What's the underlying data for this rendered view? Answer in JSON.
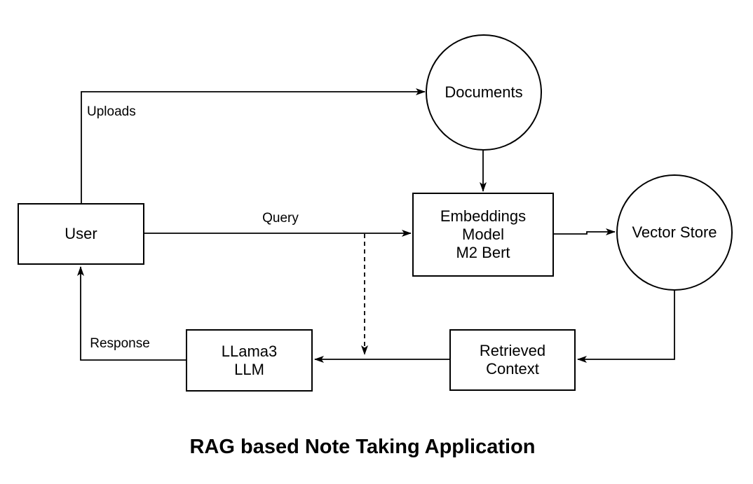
{
  "title": "RAG based Note Taking Application",
  "colors": {
    "background": "#ffffff",
    "stroke": "#000000",
    "text": "#000000"
  },
  "nodes": {
    "user": {
      "shape": "rectangle",
      "label": "User"
    },
    "documents": {
      "shape": "circle",
      "label": "Documents"
    },
    "embeddings_model": {
      "shape": "rectangle",
      "lines": [
        "Embeddings",
        "Model",
        "M2 Bert"
      ]
    },
    "vector_store": {
      "shape": "circle",
      "label": "Vector Store"
    },
    "retrieved_context": {
      "shape": "rectangle",
      "lines": [
        "Retrieved",
        "Context"
      ]
    },
    "llama3_llm": {
      "shape": "rectangle",
      "lines": [
        "LLama3",
        "LLM"
      ]
    }
  },
  "edge_labels": {
    "uploads": "Uploads",
    "query": "Query",
    "response": "Response"
  },
  "edges": [
    {
      "from": "user",
      "to": "documents",
      "label": "Uploads",
      "style": "solid"
    },
    {
      "from": "user",
      "to": "embeddings_model",
      "label": "Query",
      "style": "solid"
    },
    {
      "from": "documents",
      "to": "embeddings_model",
      "label": "",
      "style": "solid"
    },
    {
      "from": "embeddings_model",
      "to": "vector_store",
      "label": "",
      "style": "solid"
    },
    {
      "from": "vector_store",
      "to": "retrieved_context",
      "label": "",
      "style": "solid"
    },
    {
      "from": "retrieved_context",
      "to": "llama3_llm",
      "label": "",
      "style": "solid"
    },
    {
      "from": "llama3_llm",
      "to": "user",
      "label": "Response",
      "style": "solid"
    },
    {
      "from": "query_line",
      "to": "retrieved_context_to_llama3_line",
      "label": "",
      "style": "dashed"
    }
  ]
}
